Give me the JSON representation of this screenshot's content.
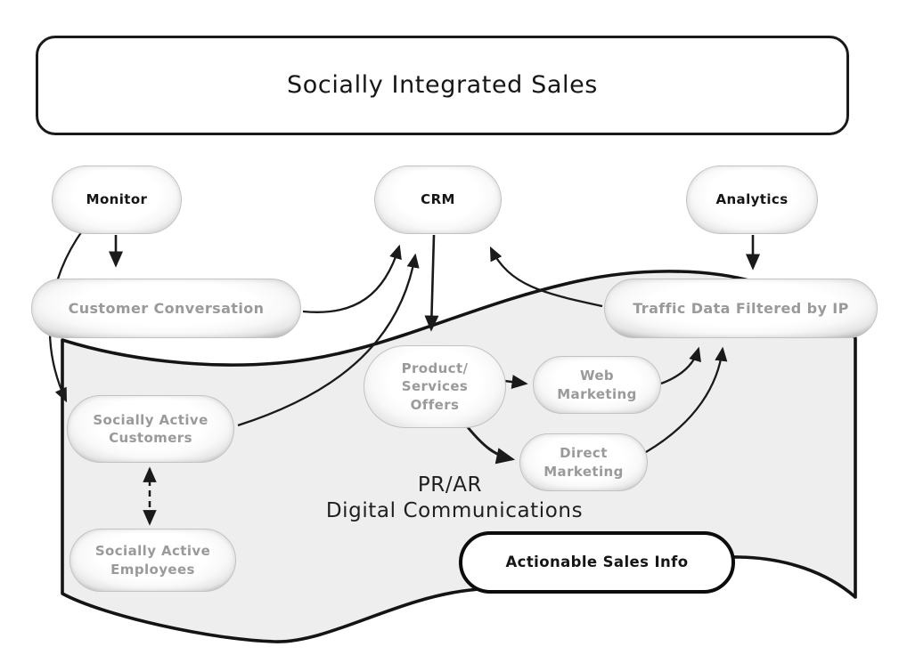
{
  "title_banner": {
    "label": "Socially Integrated Sales"
  },
  "nodes": {
    "monitor": {
      "label": "Monitor",
      "text_color": "black"
    },
    "crm": {
      "label": "CRM",
      "text_color": "black"
    },
    "analytics": {
      "label": "Analytics",
      "text_color": "black"
    },
    "customer_conversation": {
      "label": "Customer Conversation",
      "text_color": "gray"
    },
    "traffic_data": {
      "label": "Traffic Data Filtered by IP",
      "text_color": "gray"
    },
    "product_services_offers": {
      "label": "Product/\nServices\nOffers",
      "text_color": "gray"
    },
    "web_marketing": {
      "label": "Web\nMarketing",
      "text_color": "gray"
    },
    "direct_marketing": {
      "label": "Direct\nMarketing",
      "text_color": "gray"
    },
    "socially_active_customers": {
      "label": "Socially Active\nCustomers",
      "text_color": "gray"
    },
    "socially_active_employees": {
      "label": "Socially Active\nEmployees",
      "text_color": "gray"
    },
    "actionable_sales_info": {
      "label": "Actionable Sales Info",
      "text_color": "black"
    }
  },
  "free_text": {
    "pr_ar": "PR/AR",
    "digital_communications": "Digital Communications"
  },
  "edges": [
    {
      "from": "monitor",
      "to": "customer_conversation",
      "style": "solid-arrow"
    },
    {
      "from": "monitor",
      "to": "socially_active_customers",
      "style": "solid-arrow"
    },
    {
      "from": "customer_conversation",
      "to": "crm",
      "style": "solid-arrow"
    },
    {
      "from": "socially_active_customers",
      "to": "crm",
      "style": "solid-arrow"
    },
    {
      "from": "crm",
      "to": "product_services_offers",
      "style": "solid-arrow"
    },
    {
      "from": "traffic_data",
      "to": "crm",
      "style": "solid-arrow"
    },
    {
      "from": "analytics",
      "to": "traffic_data",
      "style": "solid-arrow"
    },
    {
      "from": "product_services_offers",
      "to": "web_marketing",
      "style": "solid-arrow"
    },
    {
      "from": "product_services_offers",
      "to": "direct_marketing",
      "style": "solid-arrow"
    },
    {
      "from": "web_marketing",
      "to": "traffic_data",
      "style": "solid-arrow"
    },
    {
      "from": "direct_marketing",
      "to": "traffic_data",
      "style": "solid-arrow"
    },
    {
      "from": "socially_active_customers",
      "to": "socially_active_employees",
      "style": "dashed-double-arrow"
    }
  ],
  "colors": {
    "background": "#ffffff",
    "region_fill": "#eeeeee",
    "line_color": "#1a1a1a",
    "node_label_gray": "#9a9a9a",
    "node_label_black": "#151515"
  }
}
